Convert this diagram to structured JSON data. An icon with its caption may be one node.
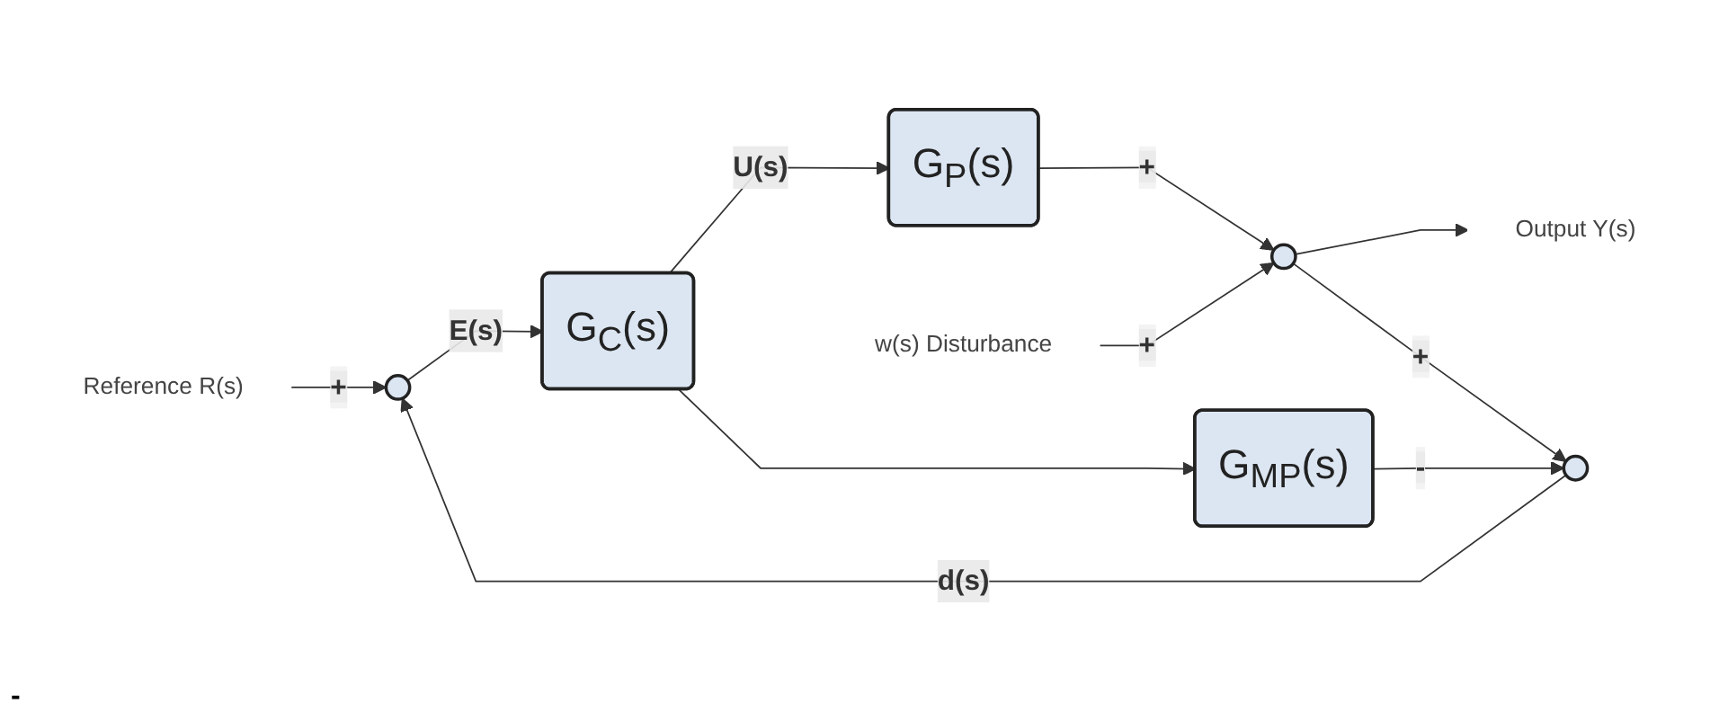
{
  "diagram": {
    "nodes": [
      {
        "text": [
          "Reference R(s)"
        ]
      },
      {
        "text": [],
        "shape": "circle"
      },
      {
        "text": [
          "G$_{C}$(s)"
        ]
      },
      {
        "text": [
          "G$_{P}$(s)"
        ]
      },
      {
        "text": [],
        "shape": "circle"
      },
      {
        "text": [
          "w(s) Disturbance"
        ]
      },
      {
        "text": [
          "Output Y(s)"
        ]
      },
      {
        "text": [
          "G$_{MP}$(s)"
        ]
      },
      {
        "text": [],
        "shape": "circle"
      }
    ],
    "edges": [
      {
        "from": 0,
        "to": 1,
        "arrow": "to",
        "label": "+"
      },
      {
        "from": 1,
        "to": 2,
        "arrow": "to",
        "label": "E(s)"
      },
      {
        "from": 2,
        "to": 3,
        "arrow": "to",
        "label": "U(s)"
      },
      {
        "from": 2,
        "to": 7,
        "arrow": "to"
      },
      {
        "from": 3,
        "to": 4,
        "arrow": "to",
        "label": "+"
      },
      {
        "from": 5,
        "to": 4,
        "arrow": "to",
        "label": "+"
      },
      {
        "from": 4,
        "to": 6,
        "arrow": "to"
      },
      {
        "from": 4,
        "to": 8,
        "arrow": "to",
        "label": "+"
      },
      {
        "from": 7,
        "to": 8,
        "arrow": "to",
        "label": "-"
      },
      {
        "from": 8,
        "to": 1,
        "arrow": "to",
        "label": "d(s)"
      }
    ],
    "labels": [
      "-"
    ]
  }
}
